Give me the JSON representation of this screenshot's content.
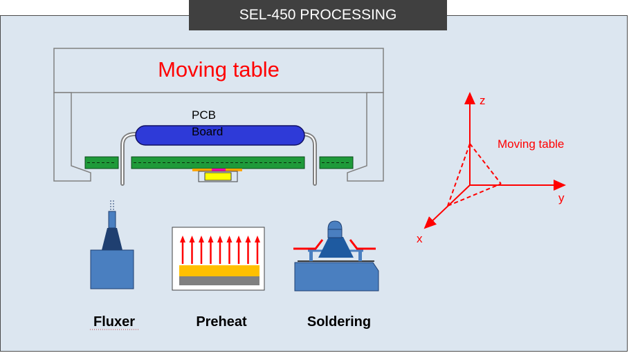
{
  "title": "SEL-450 PROCESSING",
  "moving_table": {
    "label": "Moving table"
  },
  "pcb": {
    "line1": "PCB",
    "line2": "Board"
  },
  "stations": [
    {
      "label": "Fluxer"
    },
    {
      "label": "Preheat"
    },
    {
      "label": "Soldering"
    }
  ],
  "axes": {
    "z": "z",
    "y": "y",
    "x": "x",
    "label": "Moving table"
  },
  "colors": {
    "accent_red": "#ff0000",
    "board_blue": "#2e3ad8",
    "rail_green": "#1e9a3a",
    "station_blue": "#4a7fc0",
    "heater_yellow": "#ffc000"
  }
}
